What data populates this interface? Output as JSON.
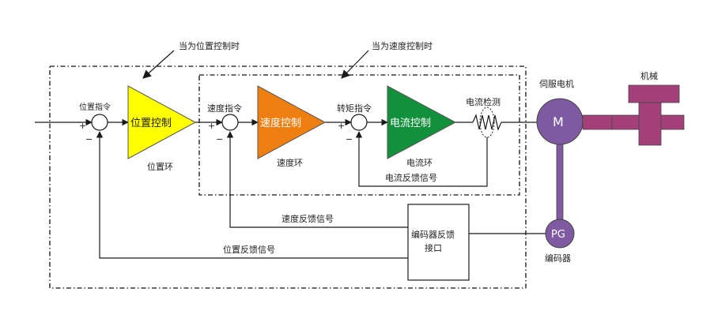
{
  "annotations": {
    "position_mode": "当为位置控制时",
    "speed_mode": "当为速度控制时"
  },
  "blocks": {
    "position_control": "位置控制",
    "speed_control": "速度控制",
    "current_control": "电流控制"
  },
  "loops": {
    "position_loop": "位置环",
    "speed_loop": "速度环",
    "current_loop": "电流环"
  },
  "commands": {
    "position_command": "位置指令",
    "speed_command": "速度指令",
    "torque_command": "转矩指令"
  },
  "feedback": {
    "current_feedback": "电流反馈信号",
    "speed_feedback": "速度反馈信号",
    "position_feedback": "位置反馈信号"
  },
  "sensor": {
    "current_detect": "电流检测"
  },
  "encoder_interface": {
    "line1": "编码器反馈",
    "line2": "接口"
  },
  "motor": {
    "title": "伺服电机",
    "symbol": "M"
  },
  "encoder": {
    "symbol": "PG",
    "label": "编码器"
  },
  "machine": {
    "label": "机械"
  },
  "signs": {
    "plus": "+",
    "minus": "−"
  },
  "colors": {
    "position_block": "#ffff00",
    "speed_block": "#f07f12",
    "current_block": "#13903c",
    "motor": "#7f5aa2",
    "machine": "#a3407a"
  }
}
